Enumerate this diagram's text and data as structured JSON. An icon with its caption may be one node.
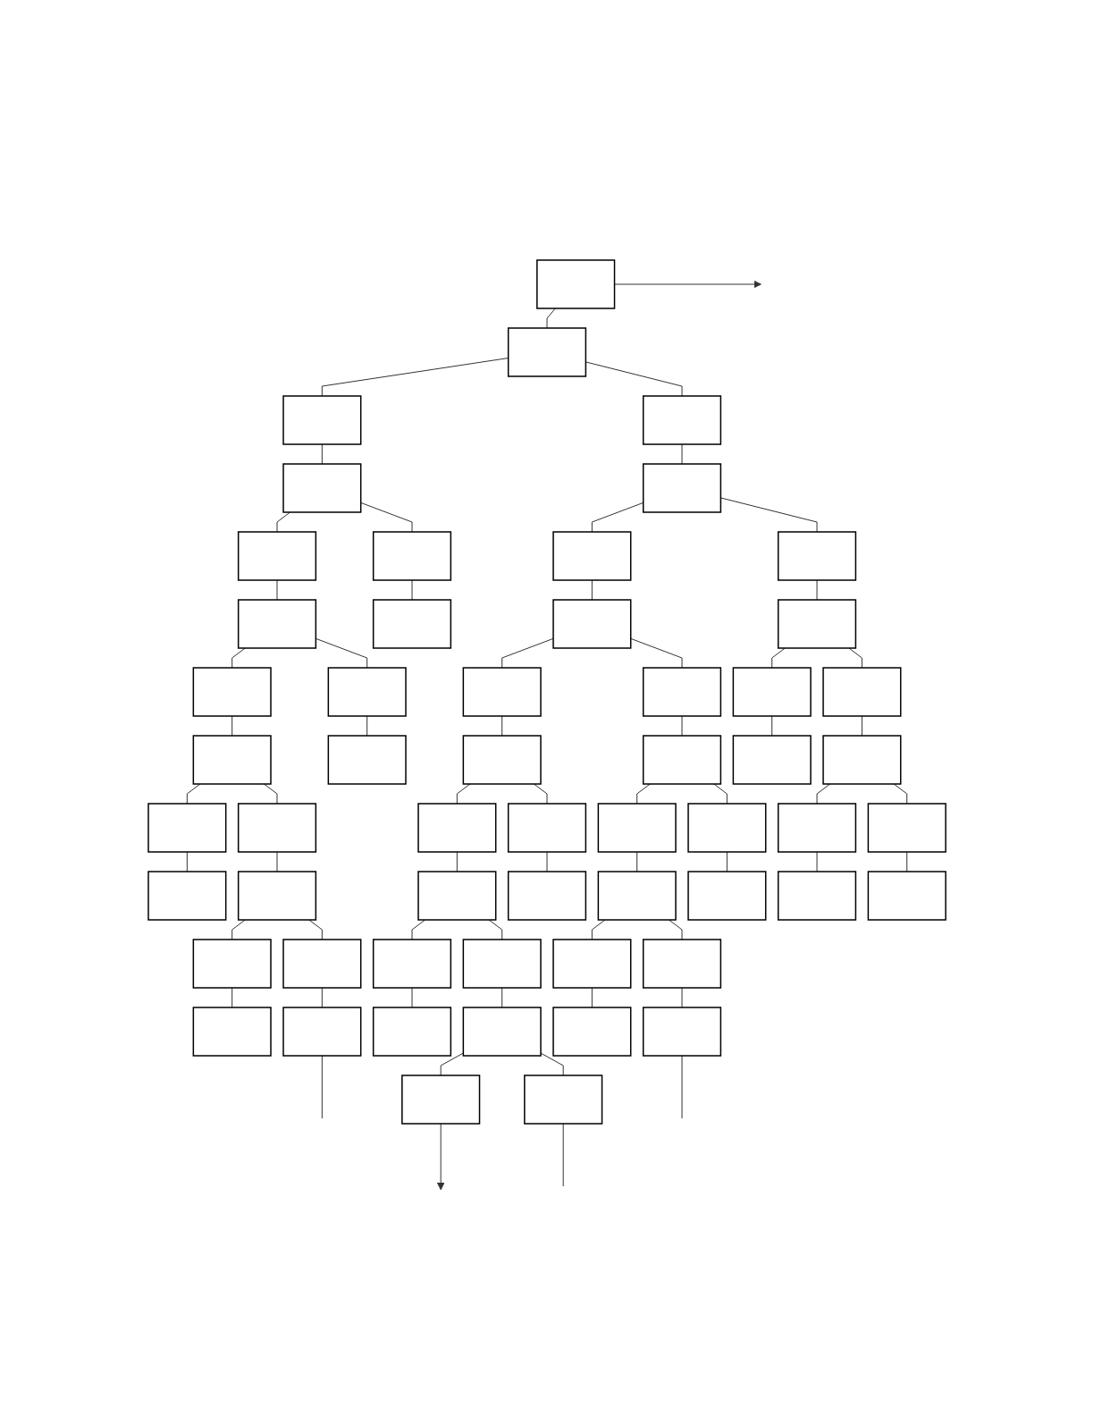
{
  "diagram": {
    "nodes": [
      {
        "text": [],
        "shape": "box"
      },
      {
        "text": [],
        "shape": "box"
      },
      {
        "text": [],
        "shape": "box"
      },
      {
        "text": [],
        "shape": "box"
      },
      {
        "text": [],
        "shape": "box"
      },
      {
        "text": [],
        "shape": "box"
      },
      {
        "text": [],
        "shape": "box"
      },
      {
        "text": [],
        "shape": "box"
      },
      {
        "text": [],
        "shape": "box"
      },
      {
        "text": [],
        "shape": "box"
      },
      {
        "text": [],
        "shape": "box"
      },
      {
        "text": [],
        "shape": "box"
      },
      {
        "text": [],
        "shape": "box"
      },
      {
        "text": [],
        "shape": "box"
      },
      {
        "text": [],
        "shape": "box"
      },
      {
        "text": [],
        "shape": "box"
      },
      {
        "text": [],
        "shape": "box"
      },
      {
        "text": [],
        "shape": "box"
      },
      {
        "text": [],
        "shape": "box"
      },
      {
        "text": [],
        "shape": "box"
      },
      {
        "text": [],
        "shape": "box"
      },
      {
        "text": [],
        "shape": "box"
      },
      {
        "text": [],
        "shape": "box"
      },
      {
        "text": [],
        "shape": "box"
      },
      {
        "text": [],
        "shape": "box"
      },
      {
        "text": [],
        "shape": "box"
      },
      {
        "text": [],
        "shape": "box"
      },
      {
        "text": [],
        "shape": "box"
      },
      {
        "text": [],
        "shape": "box"
      },
      {
        "text": [],
        "shape": "box"
      },
      {
        "text": [],
        "shape": "box"
      },
      {
        "text": [],
        "shape": "box"
      },
      {
        "text": [],
        "shape": "box"
      },
      {
        "text": [],
        "shape": "box"
      },
      {
        "text": [],
        "shape": "box"
      },
      {
        "text": [],
        "shape": "box"
      },
      {
        "text": [],
        "shape": "box"
      },
      {
        "text": [],
        "shape": "box"
      },
      {
        "text": [],
        "shape": "box"
      },
      {
        "text": [],
        "shape": "box"
      },
      {
        "text": [],
        "shape": "box"
      },
      {
        "text": [],
        "shape": "box"
      },
      {
        "text": [],
        "shape": "box"
      },
      {
        "text": [],
        "shape": "box"
      },
      {
        "text": [],
        "shape": "box"
      },
      {
        "text": [],
        "shape": "box"
      },
      {
        "text": [],
        "shape": "box"
      },
      {
        "text": [],
        "shape": "box"
      },
      {
        "text": [],
        "shape": "box"
      },
      {
        "text": [],
        "shape": "box"
      },
      {
        "text": [],
        "shape": "box"
      },
      {
        "text": [],
        "shape": "box"
      },
      {
        "text": [],
        "shape": "box"
      },
      {
        "text": [],
        "shape": "box"
      },
      {
        "text": [],
        "shape": "box"
      },
      {
        "text": [],
        "shape": "box"
      }
    ],
    "edges": [
      {
        "from": 0,
        "to": 1,
        "arrow": "none"
      },
      {
        "from": 0,
        "to": null,
        "arrow": "to"
      },
      {
        "from": 1,
        "to": 2,
        "arrow": "none"
      },
      {
        "from": 1,
        "to": 3,
        "arrow": "none"
      },
      {
        "from": 2,
        "to": 4,
        "arrow": "none"
      },
      {
        "from": 3,
        "to": 5,
        "arrow": "none"
      },
      {
        "from": 4,
        "to": 6,
        "arrow": "none"
      },
      {
        "from": 4,
        "to": 7,
        "arrow": "none"
      },
      {
        "from": 5,
        "to": 8,
        "arrow": "none"
      },
      {
        "from": 5,
        "to": 9,
        "arrow": "none"
      },
      {
        "from": 6,
        "to": 10,
        "arrow": "none"
      },
      {
        "from": 7,
        "to": 11,
        "arrow": "none"
      },
      {
        "from": 8,
        "to": 12,
        "arrow": "none"
      },
      {
        "from": 9,
        "to": 13,
        "arrow": "none"
      },
      {
        "from": 10,
        "to": 14,
        "arrow": "none"
      },
      {
        "from": 10,
        "to": 15,
        "arrow": "none"
      },
      {
        "from": 14,
        "to": 16,
        "arrow": "none"
      },
      {
        "from": 15,
        "to": 17,
        "arrow": "none"
      },
      {
        "from": 12,
        "to": 18,
        "arrow": "none"
      },
      {
        "from": 12,
        "to": 19,
        "arrow": "none"
      },
      {
        "from": 13,
        "to": 20,
        "arrow": "none"
      },
      {
        "from": 13,
        "to": 21,
        "arrow": "none"
      },
      {
        "from": 18,
        "to": 22,
        "arrow": "none"
      },
      {
        "from": 19,
        "to": 23,
        "arrow": "none"
      },
      {
        "from": 20,
        "to": 24,
        "arrow": "none"
      },
      {
        "from": 21,
        "to": 25,
        "arrow": "none"
      },
      {
        "from": 16,
        "to": 26,
        "arrow": "none"
      },
      {
        "from": 16,
        "to": 27,
        "arrow": "none"
      },
      {
        "from": 26,
        "to": 28,
        "arrow": "none"
      },
      {
        "from": 27,
        "to": 29,
        "arrow": "none"
      },
      {
        "from": 22,
        "to": 30,
        "arrow": "none"
      },
      {
        "from": 22,
        "to": 31,
        "arrow": "none"
      },
      {
        "from": 30,
        "to": 32,
        "arrow": "none"
      },
      {
        "from": 31,
        "to": 33,
        "arrow": "none"
      },
      {
        "from": 23,
        "to": 34,
        "arrow": "none"
      },
      {
        "from": 23,
        "to": 35,
        "arrow": "none"
      },
      {
        "from": 35,
        "to": 36,
        "arrow": "none"
      },
      {
        "from": 34,
        "to": 37,
        "arrow": "none"
      },
      {
        "from": 25,
        "to": 38,
        "arrow": "none"
      },
      {
        "from": 25,
        "to": 39,
        "arrow": "none"
      },
      {
        "from": 38,
        "to": 40,
        "arrow": "none"
      },
      {
        "from": 39,
        "to": 41,
        "arrow": "none"
      },
      {
        "from": 29,
        "to": 42,
        "arrow": "none"
      },
      {
        "from": 29,
        "to": 43,
        "arrow": "none"
      },
      {
        "from": 42,
        "to": 44,
        "arrow": "none"
      },
      {
        "from": 43,
        "to": 45,
        "arrow": "none"
      },
      {
        "from": 32,
        "to": 46,
        "arrow": "none"
      },
      {
        "from": 32,
        "to": 47,
        "arrow": "none"
      },
      {
        "from": 46,
        "to": 48,
        "arrow": "none"
      },
      {
        "from": 47,
        "to": 49,
        "arrow": "none"
      },
      {
        "from": 49,
        "to": 50,
        "arrow": "none"
      },
      {
        "from": 49,
        "to": 51,
        "arrow": "none"
      },
      {
        "from": 50,
        "to": null,
        "arrow": "to"
      },
      {
        "from": 51,
        "to": null,
        "arrow": "none"
      },
      {
        "from": 37,
        "to": 52,
        "arrow": "none"
      },
      {
        "from": 37,
        "to": 53,
        "arrow": "none"
      },
      {
        "from": 52,
        "to": 54,
        "arrow": "none"
      },
      {
        "from": 53,
        "to": 55,
        "arrow": "none"
      },
      {
        "from": 55,
        "to": null,
        "arrow": "none"
      },
      {
        "from": 45,
        "to": null,
        "arrow": "none"
      }
    ]
  }
}
